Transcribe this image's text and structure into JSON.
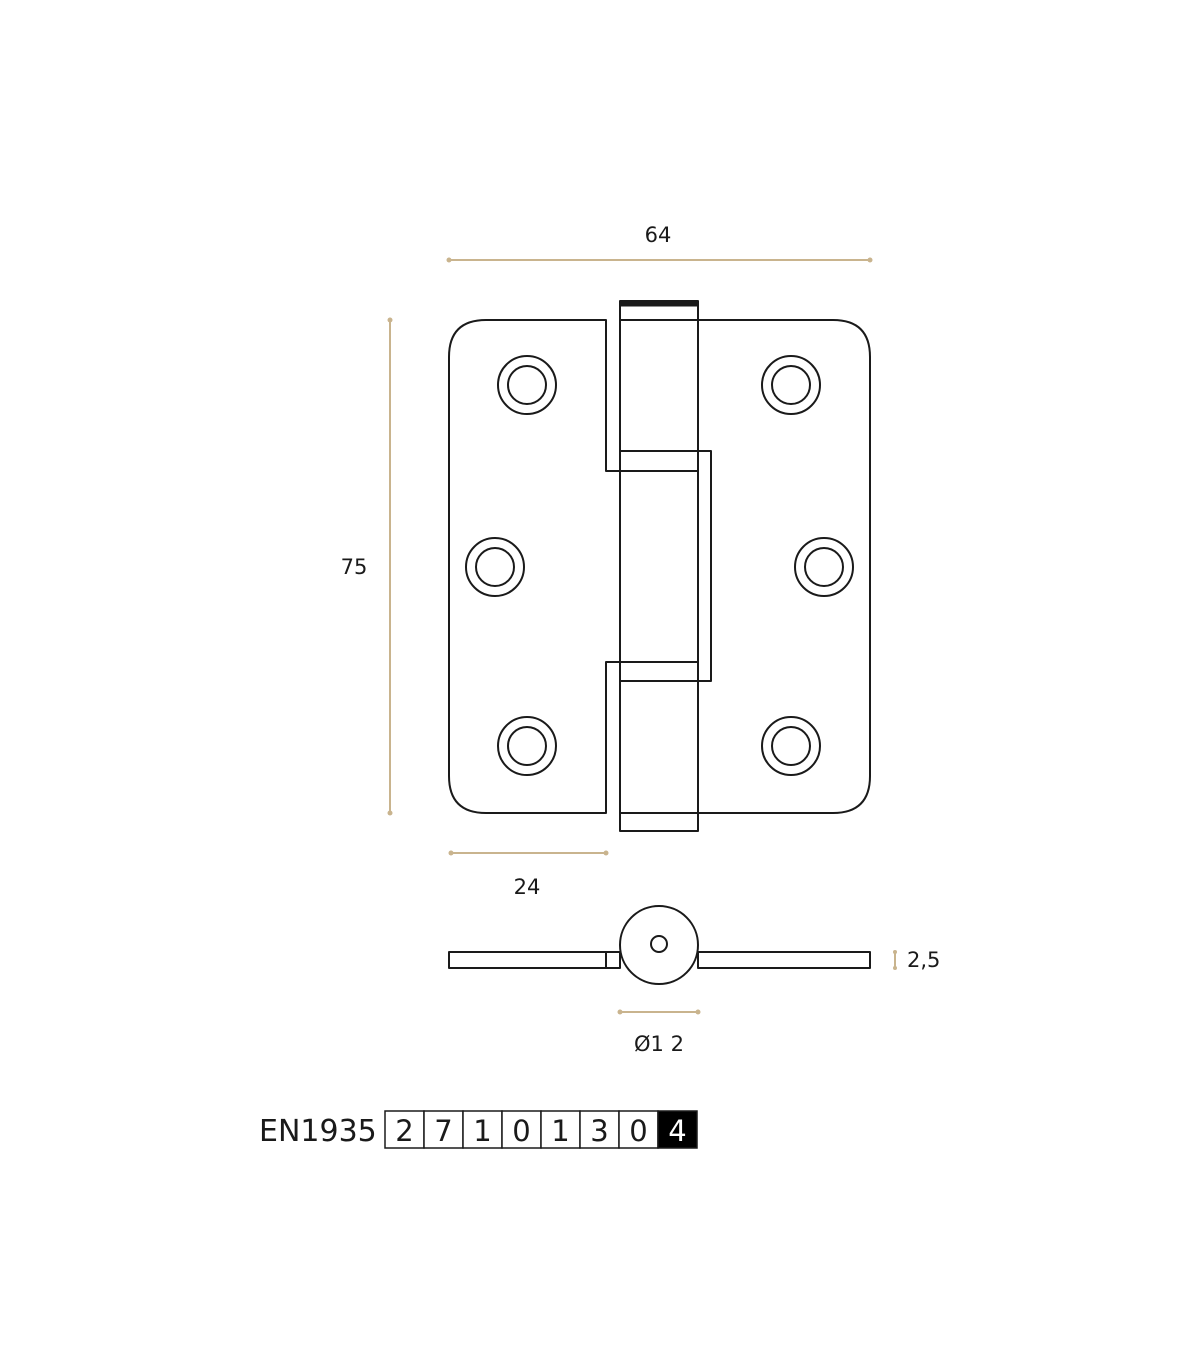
{
  "dimensions": {
    "width": "64",
    "height": "75",
    "leaf_width": "24",
    "thickness": "2,5",
    "knuckle_diameter": "Ø1 2"
  },
  "certification": {
    "standard": "EN1935",
    "code_digits": [
      "2",
      "7",
      "1",
      "0",
      "1",
      "3",
      "0",
      "4"
    ],
    "highlighted_index": 7
  },
  "colors": {
    "outline": "#1a1a1a",
    "dimension_line": "#c9b48e",
    "highlight_cell": "#000000"
  }
}
